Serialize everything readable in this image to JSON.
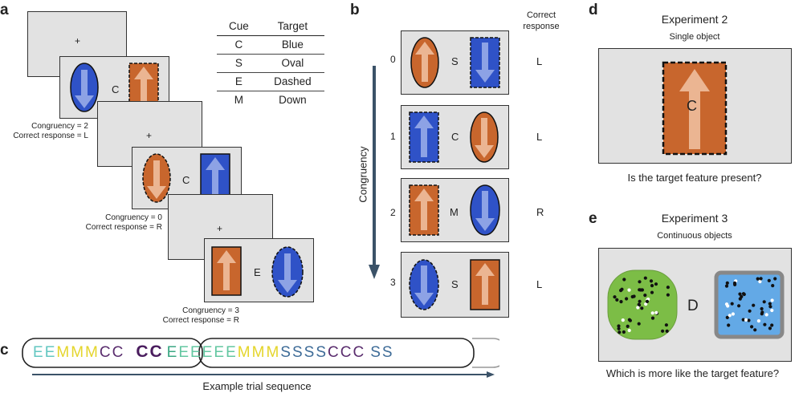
{
  "panels": {
    "a": "a",
    "b": "b",
    "c": "c",
    "d": "d",
    "e": "e"
  },
  "colors": {
    "orange": "#c8662d",
    "blue": "#2f52c7",
    "green": "#7cbd46",
    "lightblue": "#63a9e6",
    "gray": "#e2e2e2"
  },
  "panel_a": {
    "fixation": "+",
    "trials": [
      {
        "cue": "C",
        "congruency": "Congruency = 2",
        "response": "Correct response = L"
      },
      {
        "cue": "C",
        "congruency": "Congruency = 0",
        "response": "Correct response = R"
      },
      {
        "cue": "E",
        "congruency": "Congruency = 3",
        "response": "Correct response = R"
      }
    ],
    "table": {
      "headers": [
        "Cue",
        "Target"
      ],
      "rows": [
        [
          "C",
          "Blue"
        ],
        [
          "S",
          "Oval"
        ],
        [
          "E",
          "Dashed"
        ],
        [
          "M",
          "Down"
        ]
      ]
    }
  },
  "panel_b": {
    "header": "Correct\nresponse",
    "axis_label": "Congruency",
    "rows": [
      {
        "level": "0",
        "cue": "S",
        "response": "L"
      },
      {
        "level": "1",
        "cue": "C",
        "response": "L"
      },
      {
        "level": "2",
        "cue": "M",
        "response": "R"
      },
      {
        "level": "3",
        "cue": "S",
        "response": "L"
      }
    ]
  },
  "panel_c": {
    "sequence": [
      {
        "t": "E",
        "c": "#63c7c1"
      },
      {
        "t": "E",
        "c": "#63c7c1"
      },
      {
        "t": "M",
        "c": "#e4d52b"
      },
      {
        "t": "M",
        "c": "#e4d52b"
      },
      {
        "t": "M",
        "c": "#e4d52b"
      },
      {
        "t": "C",
        "c": "#5a2d6e"
      },
      {
        "t": "C",
        "c": "#5a2d6e"
      },
      {
        "t": "C",
        "c": "#4a1d5e"
      },
      {
        "t": "C",
        "c": "#4a1d5e"
      },
      {
        "t": "E",
        "c": "#3ba783"
      },
      {
        "t": "E",
        "c": "#63c7a1"
      },
      {
        "t": "E",
        "c": "#63c7a1"
      },
      {
        "t": "E",
        "c": "#63c7a1"
      },
      {
        "t": "E",
        "c": "#63c7a1"
      },
      {
        "t": "E",
        "c": "#63c7a1"
      },
      {
        "t": "M",
        "c": "#e4d52b"
      },
      {
        "t": "M",
        "c": "#e4d52b"
      },
      {
        "t": "M",
        "c": "#e4d52b"
      },
      {
        "t": "S",
        "c": "#3d6b97"
      },
      {
        "t": "S",
        "c": "#3d6b97"
      },
      {
        "t": "S",
        "c": "#3d6b97"
      },
      {
        "t": "S",
        "c": "#3d6b97"
      },
      {
        "t": "C",
        "c": "#5a2d6e"
      },
      {
        "t": "C",
        "c": "#5a2d6e"
      },
      {
        "t": "C",
        "c": "#5a2d6e"
      },
      {
        "t": "S",
        "c": "#3d6b97"
      },
      {
        "t": "S",
        "c": "#3d6b97"
      }
    ],
    "axis_label": "Example trial sequence"
  },
  "panel_d": {
    "title": "Experiment 2",
    "subtitle": "Single object",
    "cue": "C",
    "question": "Is the target feature present?"
  },
  "panel_e": {
    "title": "Experiment 3",
    "subtitle": "Continuous objects",
    "cue": "D",
    "question": "Which is more like the target feature?"
  }
}
